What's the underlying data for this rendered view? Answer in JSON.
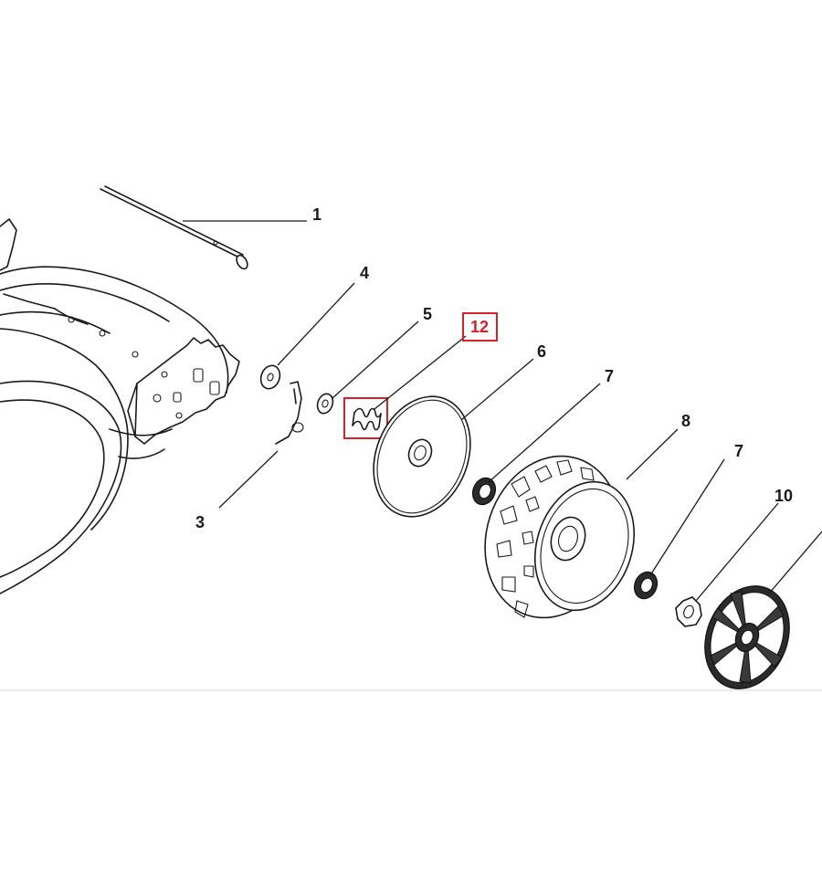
{
  "diagram": {
    "callouts": [
      {
        "id": "c1",
        "label": "1"
      },
      {
        "id": "c3",
        "label": "3"
      },
      {
        "id": "c4",
        "label": "4"
      },
      {
        "id": "c5",
        "label": "5"
      },
      {
        "id": "c6",
        "label": "6"
      },
      {
        "id": "c7a",
        "label": "7"
      },
      {
        "id": "c7b",
        "label": "7"
      },
      {
        "id": "c8",
        "label": "8"
      },
      {
        "id": "c10",
        "label": "10"
      },
      {
        "id": "c12",
        "label": "12"
      }
    ],
    "highlight": {
      "label": "12",
      "color": "#d2232a"
    },
    "line_color": "#1a1a1a"
  }
}
